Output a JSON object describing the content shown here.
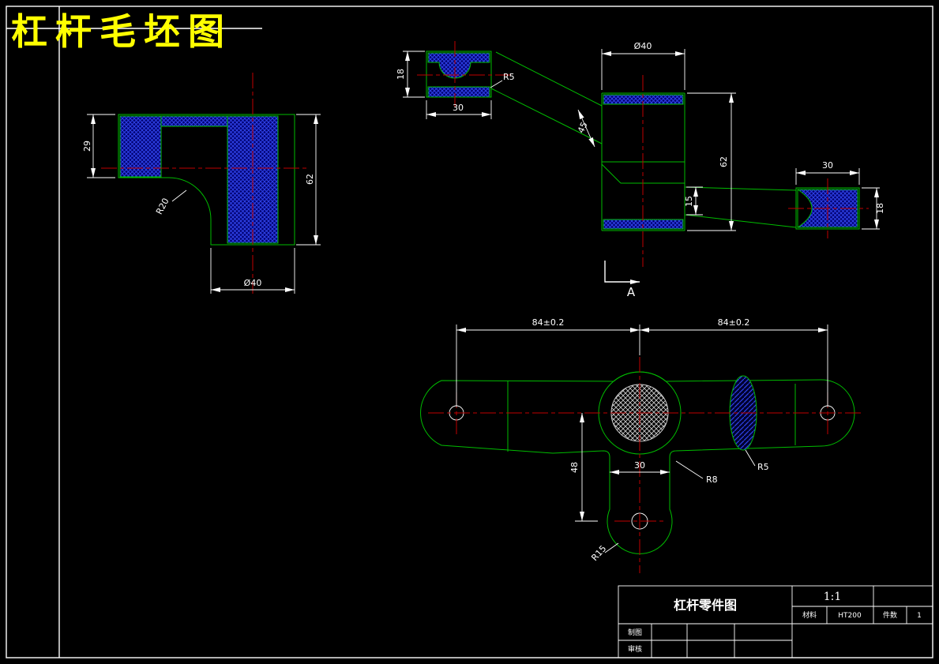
{
  "page": {
    "title": "杠杆毛坯图"
  },
  "colors": {
    "background": "#000000",
    "geometry": "#00bb00",
    "centerline": "#c00000",
    "hatch_blue": "#2233dd",
    "dimension_text": "#ffffff",
    "title_text": "#ffff00"
  },
  "views": {
    "side": {
      "dim29": "29",
      "dim62": "62",
      "dia40": "Ø40",
      "r20": "R20"
    },
    "front": {
      "h18": "18",
      "w30": "30",
      "r5": "R5",
      "a45": "45",
      "dia40": "Ø40",
      "h62": "62",
      "t15": "15",
      "w30r": "30",
      "h18r": "18",
      "section": "A"
    },
    "plan": {
      "span_left": "84±0.2",
      "span_right": "84±0.2",
      "h48": "48",
      "w30": "30",
      "r8": "R8",
      "r5": "R5",
      "r15": "R15"
    }
  },
  "title_block": {
    "part_name": "杠杆零件图",
    "scale": "1:1",
    "material_label": "材料",
    "material_value": "HT200",
    "quantity_label": "件数",
    "quantity_value": "1",
    "drawn_label": "制图",
    "checked_label": "审核"
  }
}
